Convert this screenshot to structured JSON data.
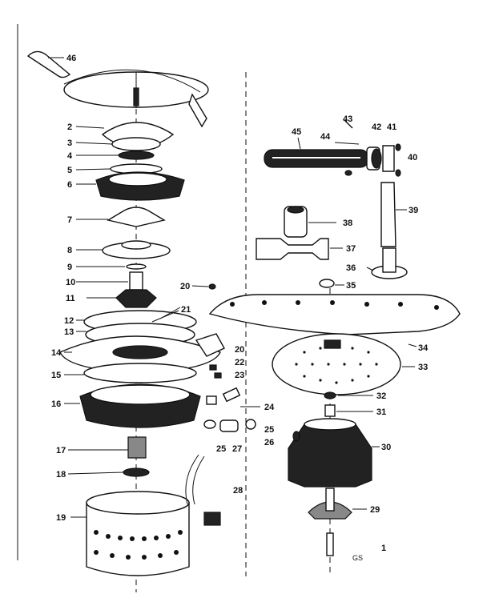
{
  "labels": {
    "p1": "1",
    "p2": "2",
    "p3": "3",
    "p4": "4",
    "p5": "5",
    "p6": "6",
    "p7": "7",
    "p8": "8",
    "p9": "9",
    "p10": "10",
    "p11": "11",
    "p12": "12",
    "p13": "13",
    "p14": "14",
    "p15": "15",
    "p16": "16",
    "p17": "17",
    "p18": "18",
    "p19": "19",
    "p20a": "20",
    "p20b": "20",
    "p21": "21",
    "p22": "22",
    "p23": "23",
    "p24": "24",
    "p25a": "25",
    "p25b": "25",
    "p26": "26",
    "p27": "27",
    "p28": "28",
    "p29": "29",
    "p30": "30",
    "p31": "31",
    "p32": "32",
    "p33": "33",
    "p34": "34",
    "p35": "35",
    "p36": "36",
    "p37": "37",
    "p38": "38",
    "p39": "39",
    "p40": "40",
    "p41": "41",
    "p42": "42",
    "p43": "43",
    "p44": "44",
    "p45": "45",
    "p46": "46"
  },
  "code": "GS"
}
